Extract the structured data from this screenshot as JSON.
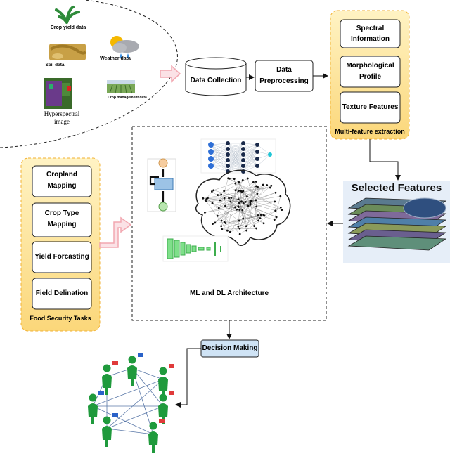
{
  "sources": {
    "crop_yield": "Crop yield data",
    "soil": "Soil data",
    "weather": "Weather  data",
    "crop_management": "Crop management data",
    "hyperspectral_line1": "Hyperspectral",
    "hyperspectral_line2": "image"
  },
  "pipeline": {
    "data_collection": "Data Collection",
    "data_preprocessing_line1": "Data",
    "data_preprocessing_line2": "Preprocessing"
  },
  "multi_feature": {
    "title": "Multi-feature extraction",
    "spectral_line1": "Spectral",
    "spectral_line2": "Information",
    "morph_line1": "Morphological",
    "morph_line2": "Profile",
    "texture": "Texture Features"
  },
  "selected_features": "Selected Features",
  "architecture": "ML and DL Architecture",
  "food_security": {
    "title": "Food Security Tasks",
    "tasks": [
      {
        "line1": "Cropland",
        "line2": "Mapping"
      },
      {
        "line1": "Crop Type",
        "line2": "Mapping"
      },
      {
        "line1": "Yield Forcasting",
        "line2": ""
      },
      {
        "line1": "Field Delination",
        "line2": ""
      }
    ]
  },
  "decision_making": "Decision Making",
  "colors": {
    "yellow_panel": "#fde79a",
    "yellow_border": "#f2b233",
    "decision_fill": "#cfe3f5",
    "arrow_pink": "#f2a7b0",
    "people_green": "#1f9a3c",
    "nn_blue": "#2f6fd6",
    "nn_cyan": "#1fc6d6"
  }
}
